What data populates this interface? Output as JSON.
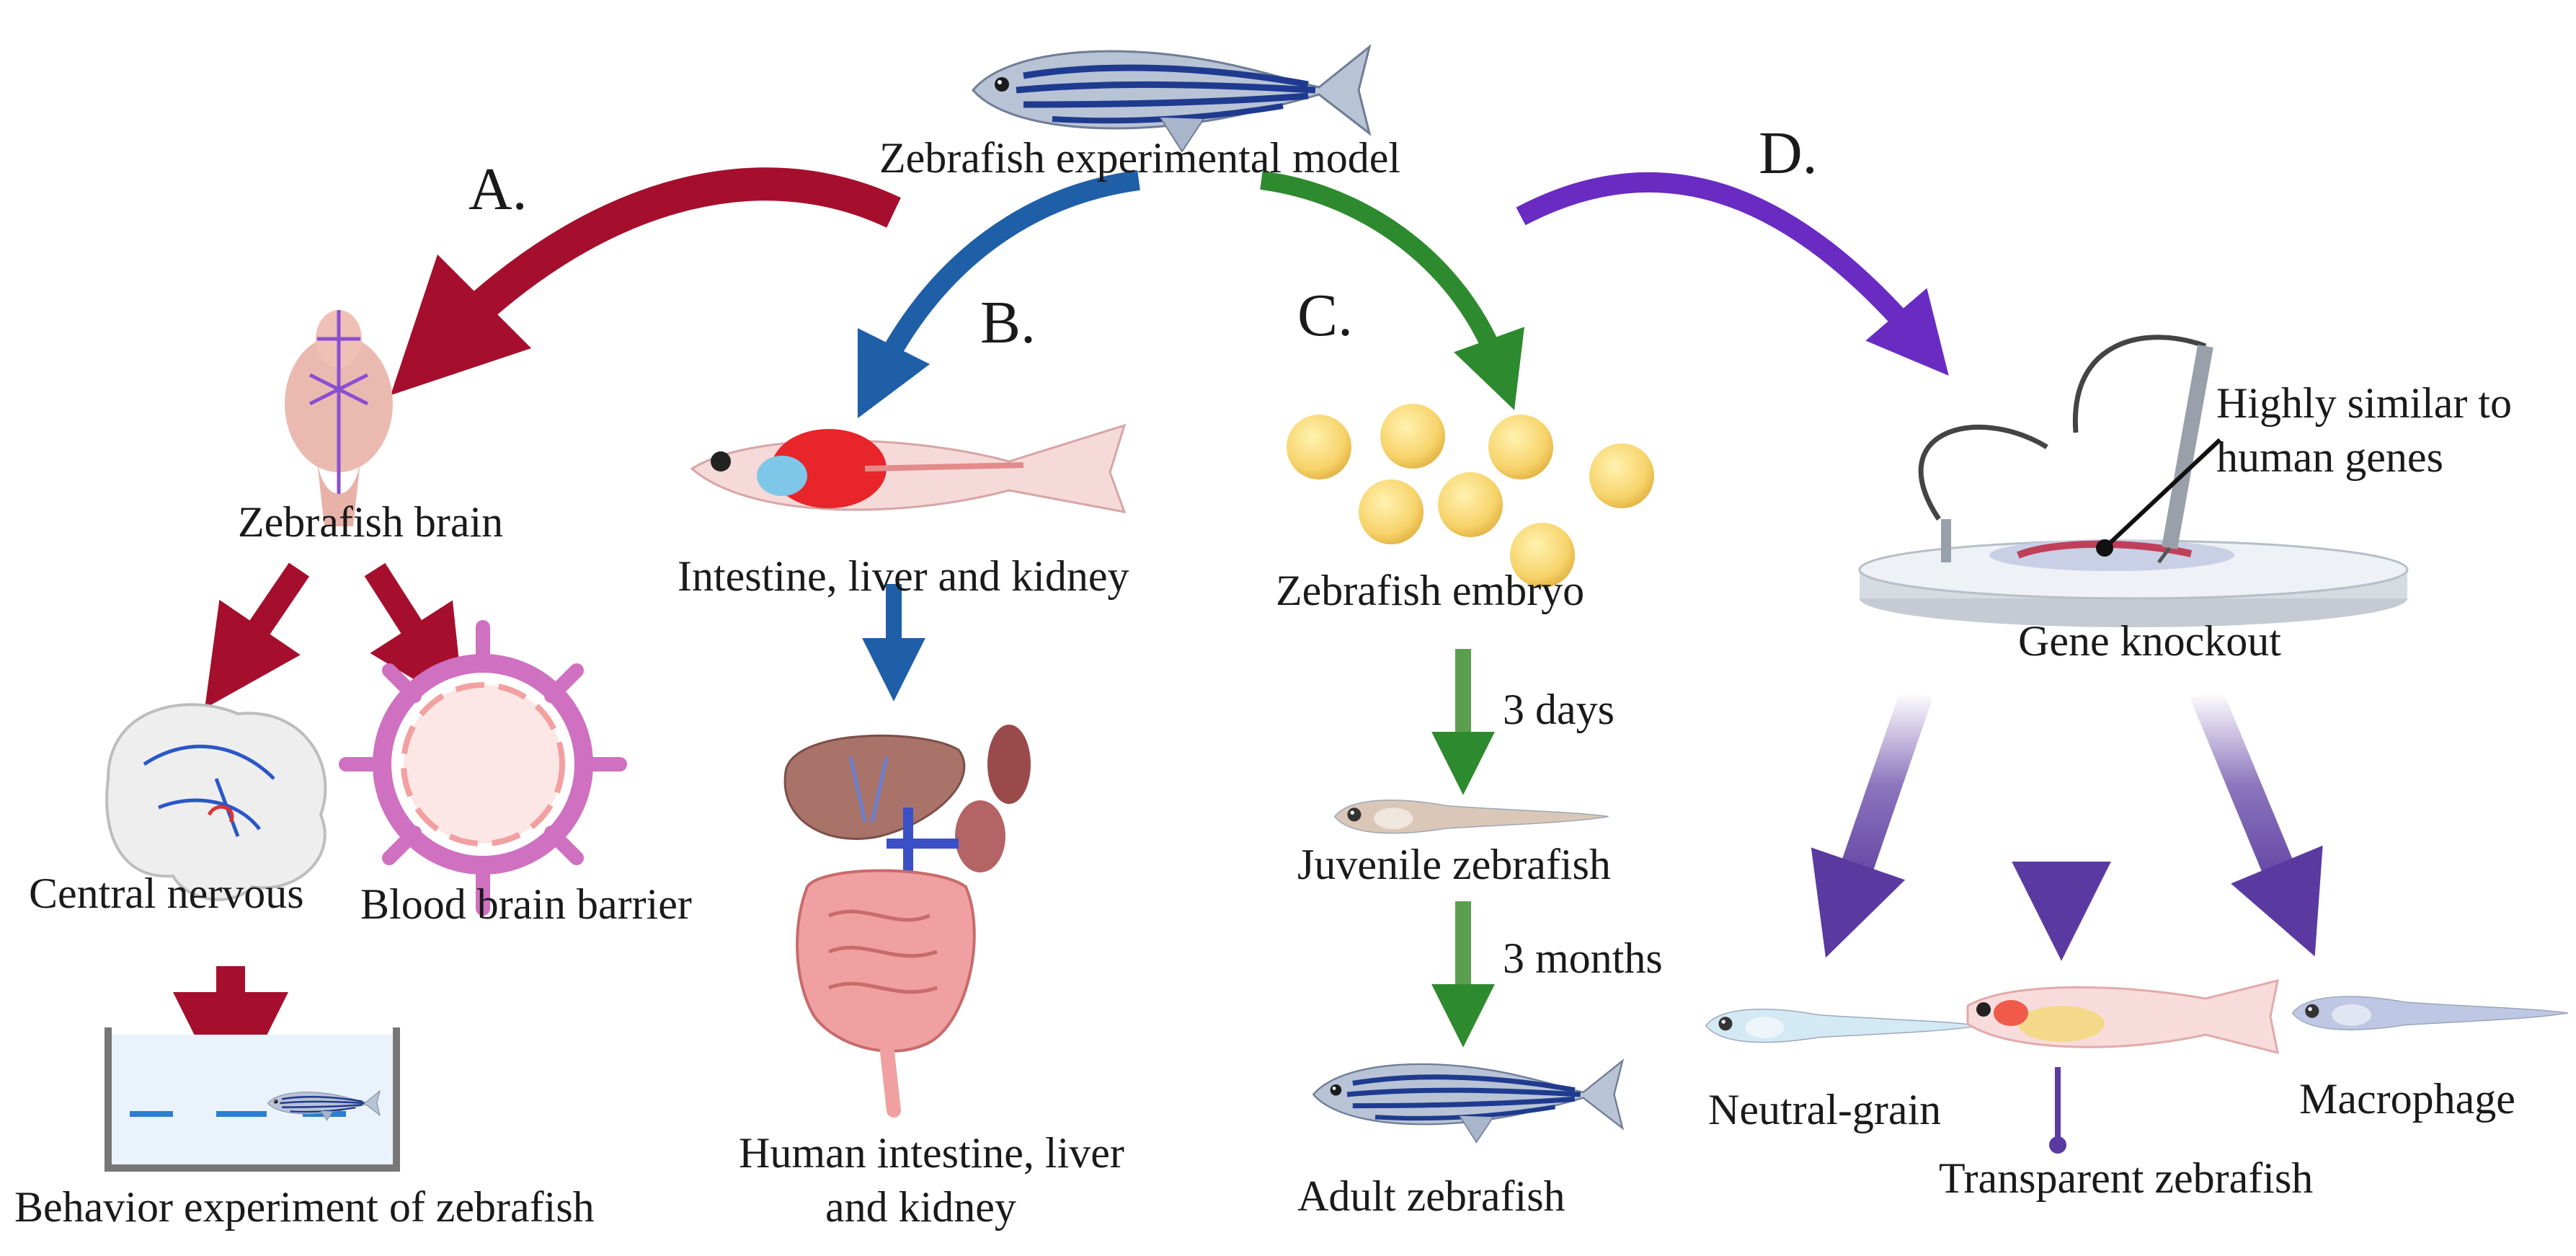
{
  "title": "Zebrafish experimental model",
  "branches": {
    "a": {
      "letter": "A.",
      "brain": "Zebrafish brain",
      "central": "Central nervous",
      "bbb": "Blood brain barrier",
      "behavior": "Behavior experiment of zebrafish",
      "color": "#a50f2d"
    },
    "b": {
      "letter": "B.",
      "fish_organs": "Intestine, liver and kidney",
      "human_line1": "Human intestine, liver",
      "human_line2": "and kidney",
      "color": "#1f5fa8"
    },
    "c": {
      "letter": "C.",
      "embryo": "Zebrafish embryo",
      "days": "3 days",
      "juvenile": "Juvenile zebrafish",
      "months": "3 months",
      "adult": "Adult zebrafish",
      "color": "#2e8a2e"
    },
    "d": {
      "letter": "D.",
      "similar_line1": "Highly similar to",
      "similar_line2": "human genes",
      "knockout": "Gene knockout",
      "neutral": "Neutral-grain",
      "transparent": "Transparent zebrafish",
      "macrophage": "Macrophage",
      "color": "#6a2bc2"
    }
  },
  "icons": [
    "zebrafish-icon",
    "brain-icon",
    "human-brain-icon",
    "blood-vessel-icon",
    "fish-tank-icon",
    "fish-anatomy-icon",
    "human-organs-icon",
    "embryo-icon",
    "larva-icon",
    "microinjection-icon"
  ]
}
